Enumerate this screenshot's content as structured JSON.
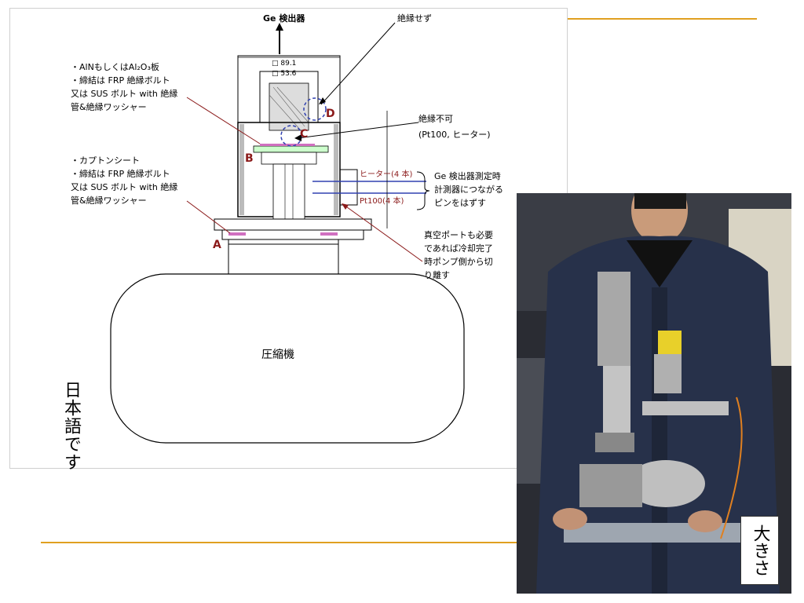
{
  "diagram": {
    "title_top": "Ge 検出器",
    "label_no_insulation": "絶縁せず",
    "note_upper": [
      "・AlNもしくはAl₂O₃板",
      "・締結は FRP 絶縁ボルト",
      "又は SUS ボルト with 絶縁",
      "管&絶縁ワッシャー"
    ],
    "note_lower": [
      "・カプトンシート",
      "・締結は FRP 絶縁ボルト",
      "又は SUS ボルト with 絶縁",
      "管&絶縁ワッシャー"
    ],
    "label_insulation_impossible": "絶縁不可",
    "label_insulation_impossible_sub": "(Pt100, ヒーター)",
    "note_ge_measure": [
      "Ge 検出器測定時",
      "計測器につながる",
      "ピンをはずす"
    ],
    "note_vacuum": [
      "真空ポートも必要",
      "であれば冷却完了",
      "時ポンプ側から切",
      "り離す"
    ],
    "heater_label": "ヒーター(4 本)",
    "pt100_label": "Pt100(4 本)",
    "dim_outer": "□ 89.1",
    "dim_inner": "□ 53.6",
    "point_a": "A",
    "point_b": "B",
    "point_c": "C",
    "point_d": "D",
    "compressor_label": "圧縮機"
  },
  "side_label": "日本語です",
  "photo_caption": "大きさ",
  "colors": {
    "rule": "#e0a020",
    "marker": "#8b1a1a",
    "pink": "#d070c0",
    "blue": "#3040b0"
  }
}
